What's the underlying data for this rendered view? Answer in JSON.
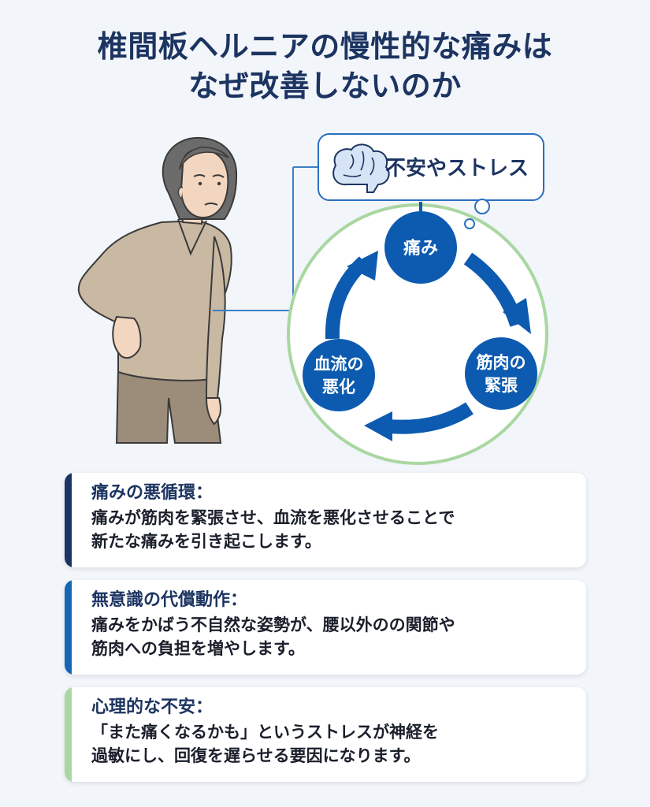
{
  "title": {
    "line1": "椎間板ヘルニアの慢性的な痛みは",
    "line2": "なぜ改善しないのか"
  },
  "diagram": {
    "trigger": {
      "icon": "brain-icon",
      "label": "不安やストレス"
    },
    "cycle_nodes": [
      {
        "lines": [
          "痛み"
        ]
      },
      {
        "lines": [
          "筋肉の",
          "緊張"
        ]
      },
      {
        "lines": [
          "血流の",
          "悪化"
        ]
      }
    ]
  },
  "cards": [
    {
      "heading": "痛みの悪循環：",
      "body": "痛みが筋肉を緊張させ、血流を悪化させることで\n新たな痛みを引き起こします。"
    },
    {
      "heading": "無意識の代償動作：",
      "body": "痛みをかばう不自然な姿勢が、腰以外のの関節や\n筋肉への負担を増やします。"
    },
    {
      "heading": "心理的な不安：",
      "body": "「また痛くなるかも」というストレスが神経を\n過敏にし、回復を遅らせる要因になります。"
    }
  ],
  "colors": {
    "title": "#1c3461",
    "node": "#0d5bb0",
    "arrow": "#0d5bb0",
    "bubble_border": "#2a6fc0",
    "circle_outline": "#a9d7a1",
    "card_bar_1": "#1c3461",
    "card_bar_2": "#1466b5",
    "card_bar_3": "#a9d7a1"
  }
}
